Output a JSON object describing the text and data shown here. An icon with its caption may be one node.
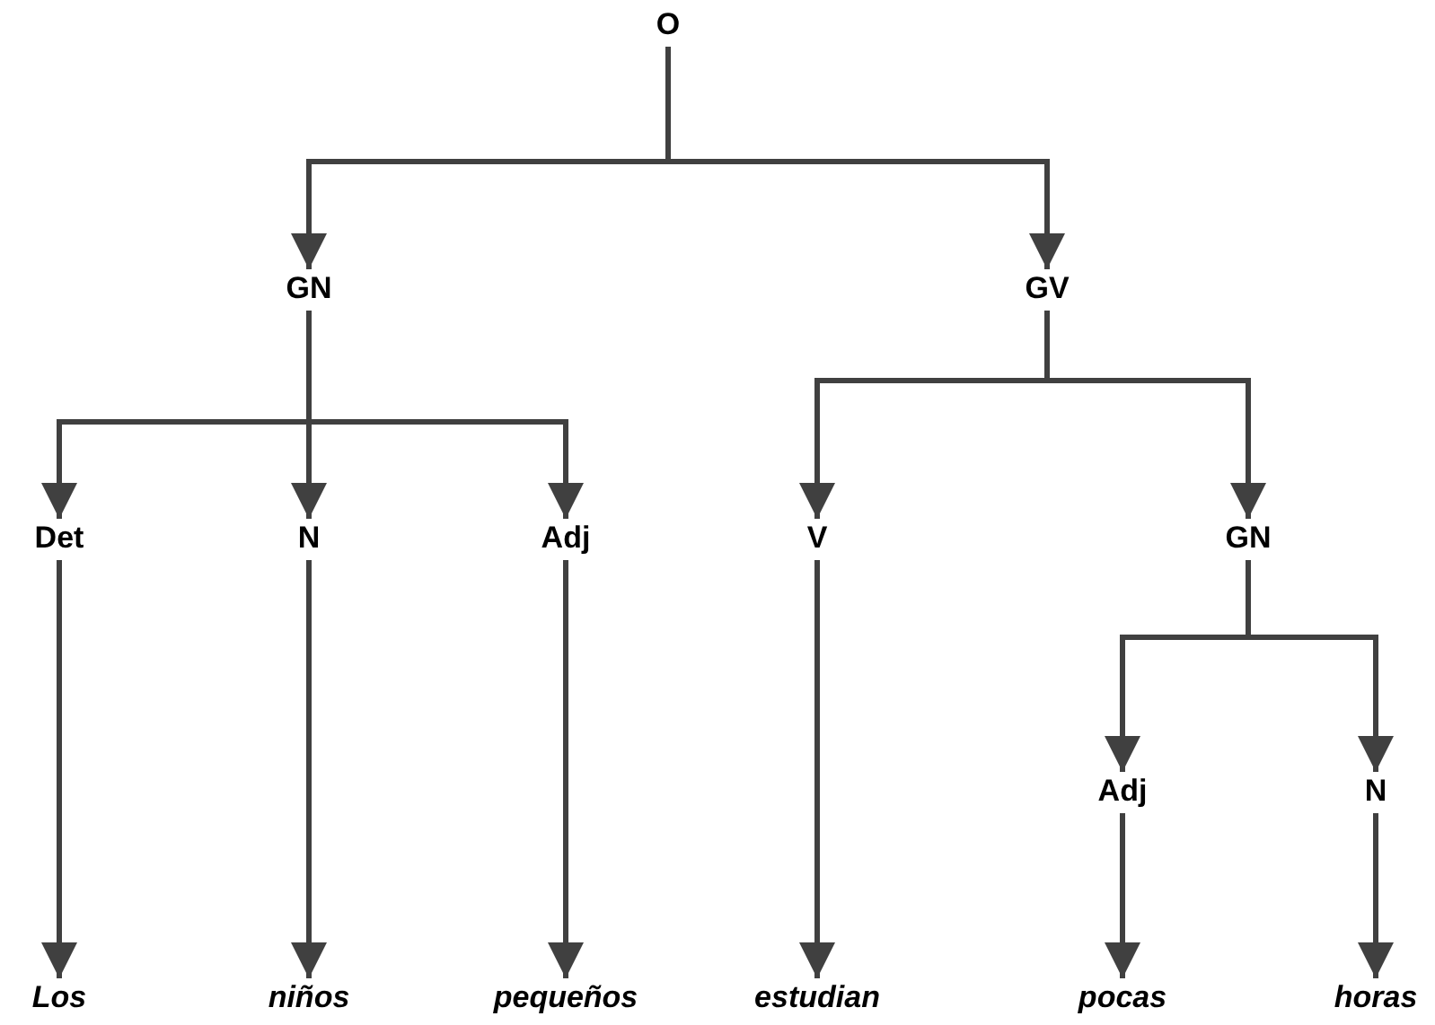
{
  "diagram": {
    "nodes": [
      {
        "text": [
          "O"
        ]
      },
      {
        "text": [
          "GN"
        ]
      },
      {
        "text": [
          "GV"
        ]
      },
      {
        "text": [
          "Det"
        ]
      },
      {
        "text": [
          "N"
        ]
      },
      {
        "text": [
          "Adj"
        ]
      },
      {
        "text": [
          "V"
        ]
      },
      {
        "text": [
          "GN"
        ]
      },
      {
        "text": [
          "Adj"
        ]
      },
      {
        "text": [
          "N"
        ]
      },
      {
        "text": [
          "Los"
        ]
      },
      {
        "text": [
          "niños"
        ]
      },
      {
        "text": [
          "pequeños"
        ]
      },
      {
        "text": [
          "estudian"
        ]
      },
      {
        "text": [
          "pocas"
        ]
      },
      {
        "text": [
          "horas"
        ]
      }
    ],
    "edges": [
      {
        "from": 0,
        "to": 1,
        "arrow": "to"
      },
      {
        "from": 0,
        "to": 2,
        "arrow": "to"
      },
      {
        "from": 1,
        "to": 3,
        "arrow": "to"
      },
      {
        "from": 1,
        "to": 4,
        "arrow": "to"
      },
      {
        "from": 1,
        "to": 5,
        "arrow": "to"
      },
      {
        "from": 2,
        "to": 6,
        "arrow": "to"
      },
      {
        "from": 2,
        "to": 7,
        "arrow": "to"
      },
      {
        "from": 7,
        "to": 8,
        "arrow": "to"
      },
      {
        "from": 7,
        "to": 9,
        "arrow": "to"
      },
      {
        "from": 3,
        "to": 10,
        "arrow": "to"
      },
      {
        "from": 4,
        "to": 11,
        "arrow": "to"
      },
      {
        "from": 5,
        "to": 12,
        "arrow": "to"
      },
      {
        "from": 6,
        "to": 13,
        "arrow": "to"
      },
      {
        "from": 8,
        "to": 14,
        "arrow": "to"
      },
      {
        "from": 9,
        "to": 15,
        "arrow": "to"
      }
    ]
  }
}
